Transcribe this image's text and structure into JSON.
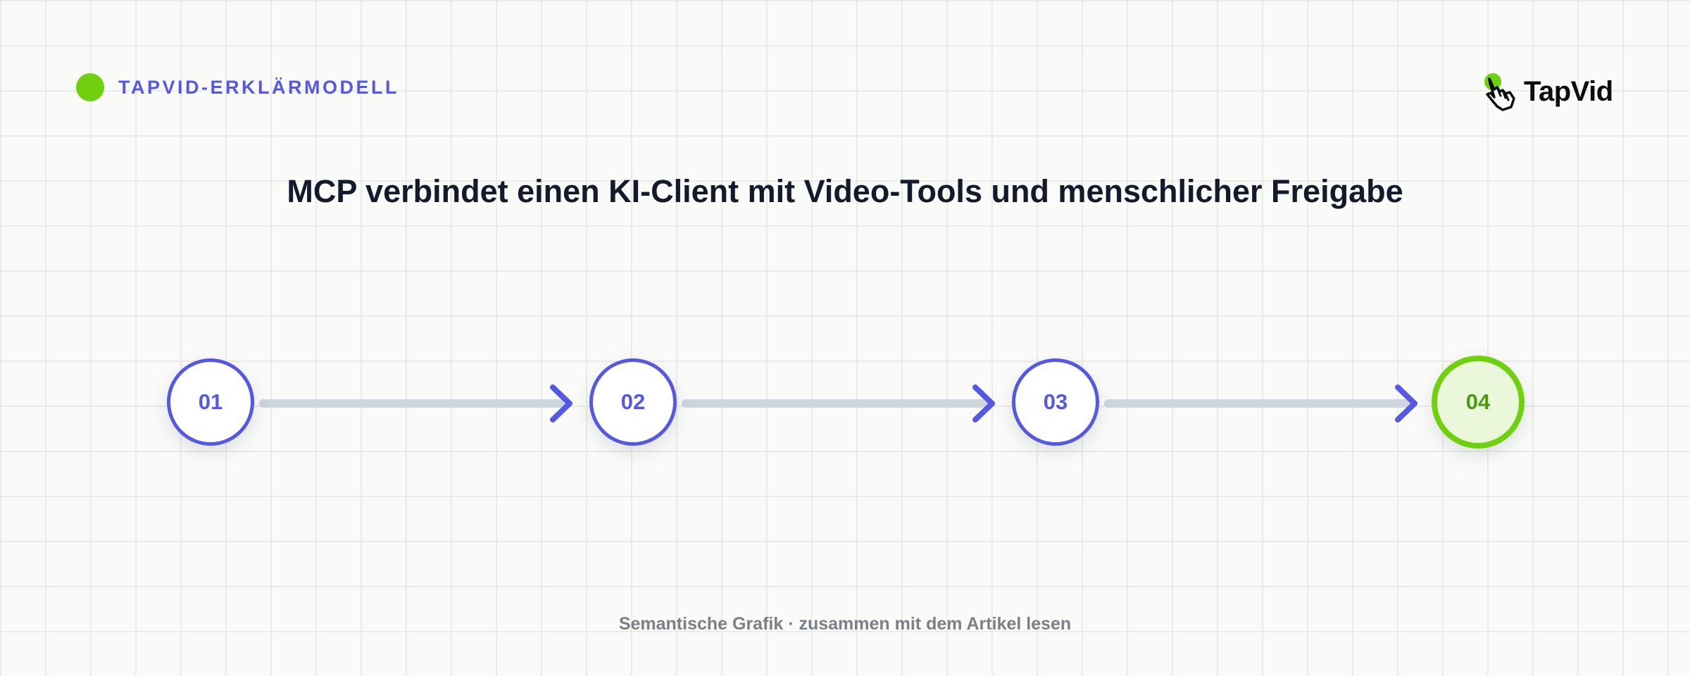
{
  "header": {
    "eyebrow": "TAPVID-ERKLÄRMODELL",
    "brand_dot_color": "#6fd10e",
    "accent_color": "#5558e3"
  },
  "logo": {
    "text": "TapVid",
    "icon": "pointing-hand-icon"
  },
  "title": "MCP verbindet einen KI-Client mit Video-Tools und menschlicher Freigabe",
  "steps": [
    {
      "number": "01"
    },
    {
      "number": "02"
    },
    {
      "number": "03"
    },
    {
      "number": "04",
      "highlight": true,
      "highlight_color": "#6fd10e"
    }
  ],
  "connector_color": "#cdd5df",
  "footer": "Semantische Grafik · zusammen mit dem Artikel lesen"
}
